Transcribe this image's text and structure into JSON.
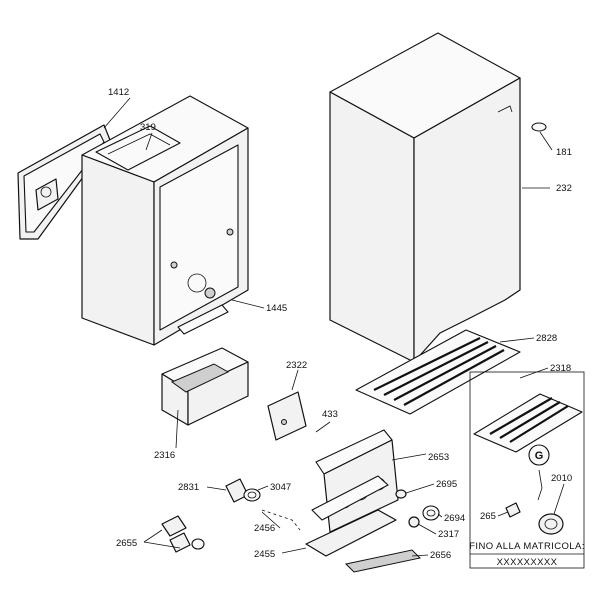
{
  "labels": {
    "l1412": "1412",
    "l319": "319",
    "l1445": "1445",
    "l181": "181",
    "l232": "232",
    "l2828": "2828",
    "l2318": "2318",
    "l2322": "2322",
    "l433": "433",
    "l2316": "2316",
    "l2653": "2653",
    "l2831": "2831",
    "l3047": "3047",
    "l2695": "2695",
    "l2694": "2694",
    "l2317": "2317",
    "l2456": "2456",
    "l2455": "2455",
    "l2656": "2656",
    "l2655": "2655",
    "l265": "265",
    "l2010": "2010"
  },
  "inset": {
    "badge": "G",
    "note_line1": "FINO ALLA MATRICOLA:",
    "note_line2": "XXXXXXXXX"
  }
}
